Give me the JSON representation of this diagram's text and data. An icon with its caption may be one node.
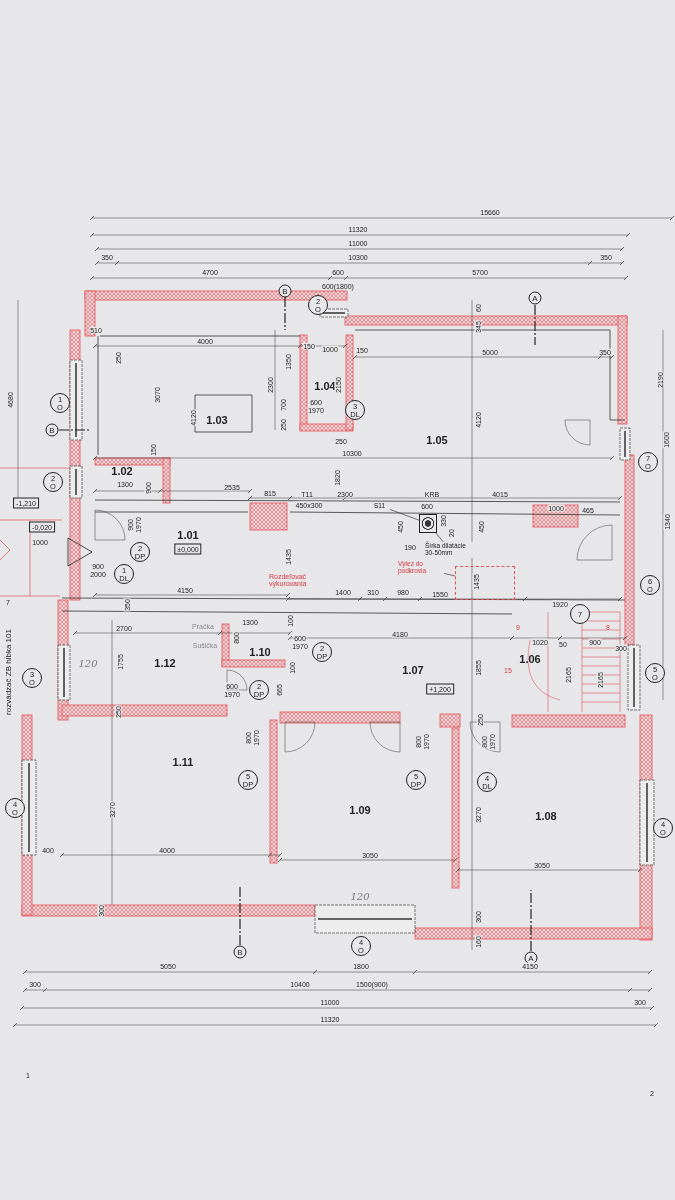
{
  "diagram": {
    "nodes": [
      {
        "text": [
          "1.03"
        ]
      },
      {
        "text": [
          "1.04"
        ]
      },
      {
        "text": [
          "1.05"
        ]
      },
      {
        "text": [
          "1.02"
        ]
      },
      {
        "text": [
          "1.01",
          "±0,000"
        ]
      },
      {
        "text": [
          "1.12"
        ]
      },
      {
        "text": [
          "1.10"
        ]
      },
      {
        "text": [
          "1.07",
          "+1,200"
        ]
      },
      {
        "text": [
          "1.06"
        ]
      },
      {
        "text": [
          "1.11"
        ]
      },
      {
        "text": [
          "1.09"
        ]
      },
      {
        "text": [
          "1.08"
        ]
      },
      {
        "text": [
          "S11"
        ]
      },
      {
        "text": [
          "Šírka dilatácie 30-50mm"
        ]
      },
      {
        "text": [],
        "shape": "box"
      },
      {
        "text": [
          "Výlez do podkrovia"
        ]
      },
      {
        "text": [],
        "shape": "box"
      }
    ],
    "edges": [
      {
        "from": 12,
        "to": 14,
        "arrow": "none"
      },
      {
        "from": 13,
        "to": 14,
        "arrow": "none"
      },
      {
        "from": 15,
        "to": 16,
        "arrow": "none"
      }
    ],
    "labels": [
      "15660",
      "11320",
      "11000",
      "350",
      "10300",
      "350",
      "4700",
      "600",
      "600(1800)",
      "5700",
      "B",
      "A",
      "2 O",
      "4680",
      "510",
      "4000",
      "250",
      "3070",
      "4120",
      "1350",
      "2300",
      "700",
      "250",
      "150",
      "1000",
      "600",
      "1970",
      "3 DL",
      "2150",
      "250",
      "150",
      "60",
      "345",
      "5000",
      "350",
      "2190",
      "4120",
      "7 O",
      "1600",
      "1 O",
      "B",
      "10300",
      "1820",
      "150",
      "2 O",
      "1300",
      "900",
      "2535",
      "815",
      "T11",
      "450x300",
      "2300",
      "KRB",
      "4015",
      "600",
      "1000",
      "465",
      "450",
      "330",
      "20",
      "450",
      "190",
      "1340",
      "-1,210",
      "-0,020",
      "1000",
      "7",
      "2 DP",
      "900",
      "1970",
      "900",
      "2000",
      "1 DL",
      "Rozdeľovač vykurovania",
      "1435",
      "1435",
      "4150",
      "1400",
      "310",
      "980",
      "1550",
      "1920",
      "6 O",
      "350",
      "2700",
      "Pračka",
      "Sušička",
      "1300",
      "100",
      "800",
      "600",
      "1970",
      "2 DP",
      "4180",
      "9",
      "7",
      "8",
      "1020",
      "50",
      "900",
      "300",
      "15",
      "2165",
      "2165",
      "1855",
      "5 O",
      "1755",
      "120",
      "3 O",
      "100",
      "600",
      "1970",
      "2 DP",
      "665",
      "250",
      "250",
      "rozvádzač ZB hĺbka 101",
      "800",
      "1970",
      "5 DP",
      "800",
      "1970",
      "5 DP",
      "800",
      "1970",
      "4 DL",
      "4 O",
      "3270",
      "3270",
      "4 O",
      "400",
      "4000",
      "3050",
      "3050",
      "120",
      "300",
      "300",
      "4 O",
      "160",
      "B",
      "A",
      "5050",
      "1800",
      "4150",
      "300",
      "10400",
      "1500(900)",
      "11000",
      "300",
      "11320",
      "1",
      "2"
    ]
  }
}
